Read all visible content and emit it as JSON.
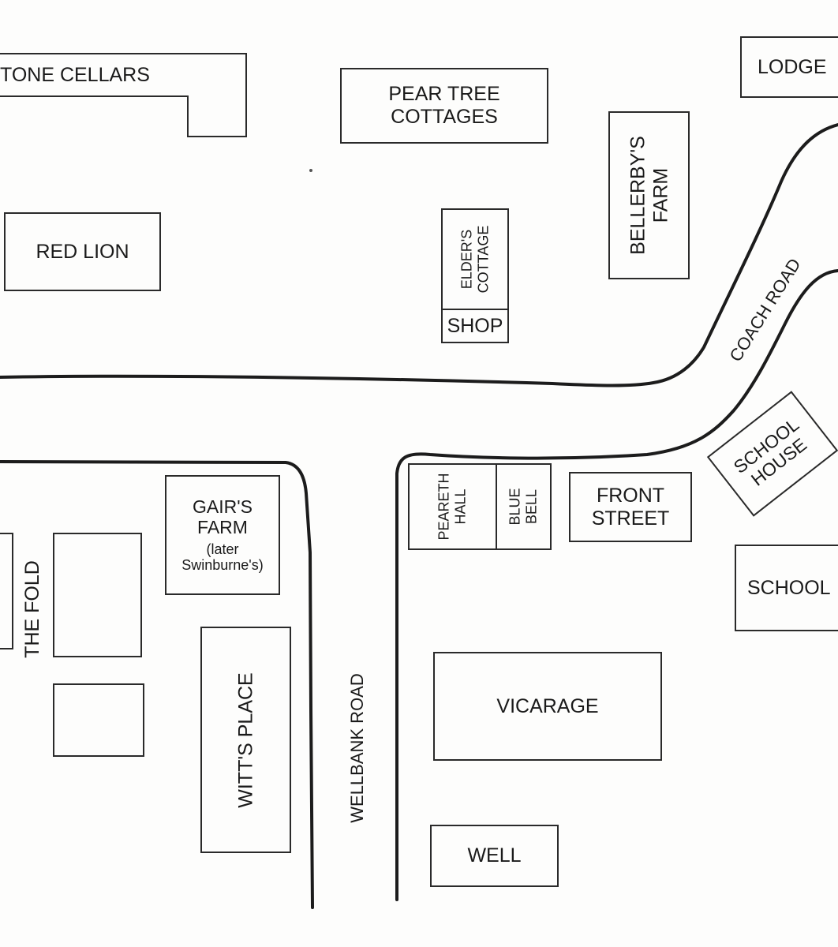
{
  "buildings": {
    "stone_cellars": "TONE CELLARS",
    "pear_tree": [
      "PEAR TREE",
      "COTTAGES"
    ],
    "lodge": "LODGE",
    "bellerbys": [
      "BELLERBY'S",
      "FARM"
    ],
    "red_lion": "RED LION",
    "elders": [
      "ELDER'S",
      "COTTAGE"
    ],
    "shop": "SHOP",
    "gairs": [
      "GAIR'S",
      "FARM",
      "(later",
      "Swinburne's)"
    ],
    "peareth": [
      "PEARETH",
      "HALL"
    ],
    "blue_bell": [
      "BLUE",
      "BELL"
    ],
    "front_street": [
      "FRONT",
      "STREET"
    ],
    "school_house": [
      "SCHOOL",
      "HOUSE"
    ],
    "school": "SCHOOL",
    "vicarage": "VICARAGE",
    "witts": "WITT'S PLACE",
    "well": "WELL"
  },
  "roads": {
    "coach_road": "COACH ROAD",
    "wellbank_road": "WELLBANK ROAD",
    "the_fold": "THE FOLD"
  }
}
